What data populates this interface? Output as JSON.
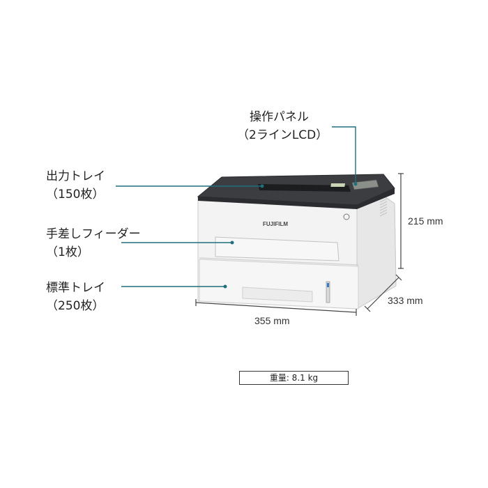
{
  "callouts": {
    "panel": {
      "line1": "操作パネル",
      "line2": "（2ラインLCD）"
    },
    "output_tray": {
      "line1": "出力トレイ",
      "line2": "（150枚）"
    },
    "manual_feeder": {
      "line1": "手差しフィーダー",
      "line2": "（1枚）"
    },
    "standard_tray": {
      "line1": "標準トレイ",
      "line2": "（250枚）"
    }
  },
  "dimensions": {
    "height": "215 mm",
    "depth": "333 mm",
    "width": "355 mm"
  },
  "weight": "重量: 8.1 kg",
  "brand": "FUJIFILM",
  "colors": {
    "leader_line": "#1f6f7c",
    "body": "#f2f2f2",
    "top": "#3a3c40"
  }
}
